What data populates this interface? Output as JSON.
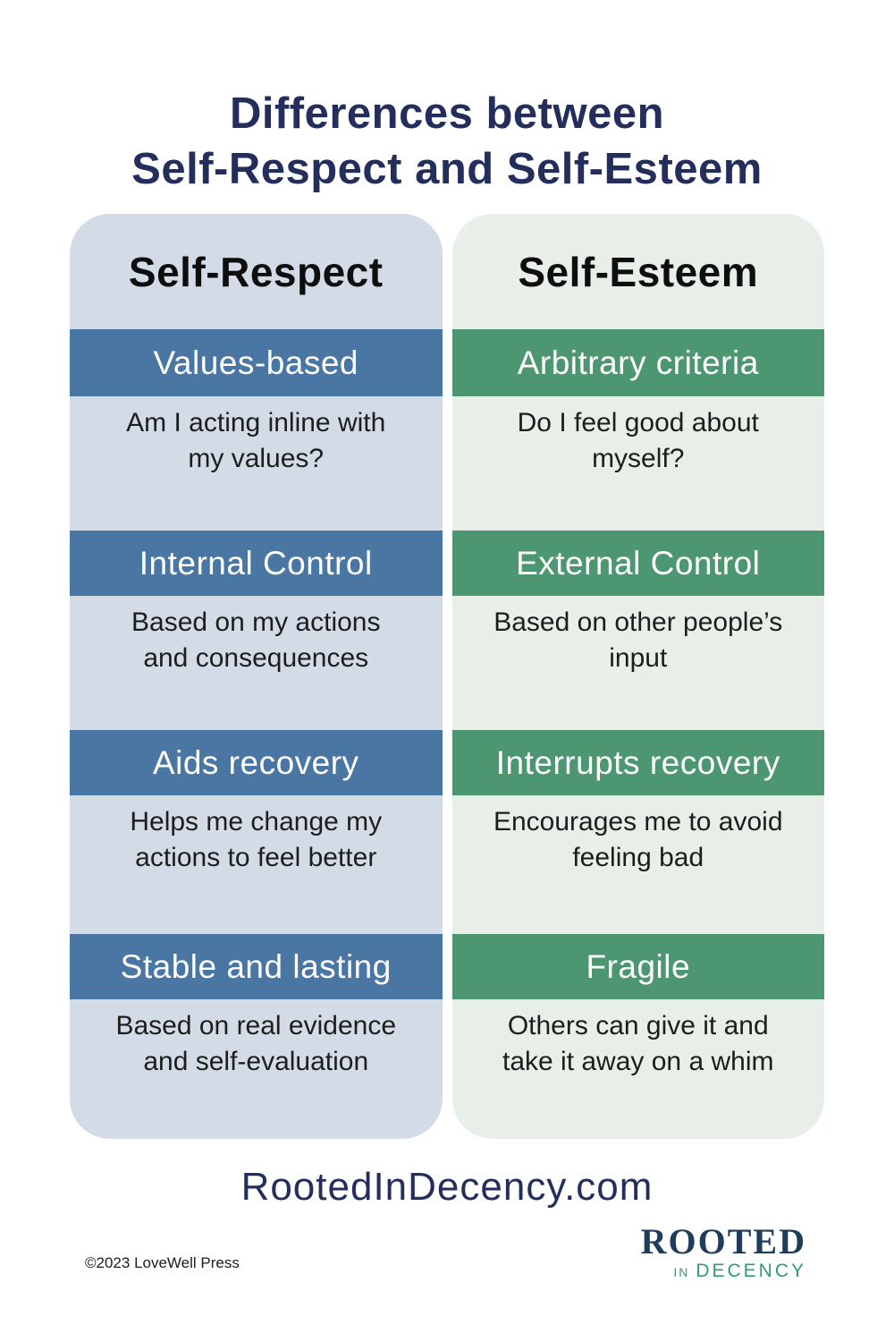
{
  "title": "Differences between\nSelf-Respect and Self-Esteem",
  "table": {
    "columns": [
      {
        "header": "Self-Respect",
        "rows": [
          {
            "label": "Values-based",
            "description": "Am I acting inline with\nmy values?"
          },
          {
            "label": "Internal Control",
            "description": "Based on my actions\nand consequences"
          },
          {
            "label": "Aids recovery",
            "description": "Helps me change my\nactions to feel better"
          },
          {
            "label": "Stable and lasting",
            "description": "Based on real evidence\nand self-evaluation"
          }
        ]
      },
      {
        "header": "Self-Esteem",
        "rows": [
          {
            "label": "Arbitrary criteria",
            "description": "Do I feel good about\nmyself?"
          },
          {
            "label": "External Control",
            "description": "Based on other people’s\ninput"
          },
          {
            "label": "Interrupts recovery",
            "description": "Encourages me to avoid\nfeeling bad"
          },
          {
            "label": "Fragile",
            "description": "Others can give it and\ntake it away on a whim"
          }
        ]
      }
    ]
  },
  "footer": {
    "website": "RootedInDecency.com",
    "copyright": "©2023 LoveWell Press",
    "logo": {
      "top": "ROOTED",
      "bottom_small": "IN",
      "bottom_main": "DECENCY"
    }
  },
  "colors": {
    "title_navy": "#242e5c",
    "left_card_bg": "#d3dce6",
    "left_band_bg": "#4a76a3",
    "right_card_bg": "#e8efe9",
    "right_band_bg": "#4d9672",
    "band_text": "#ffffff",
    "body_text": "#1d1d1d",
    "logo_navy": "#1e3d5c",
    "logo_green": "#2f9e68"
  }
}
